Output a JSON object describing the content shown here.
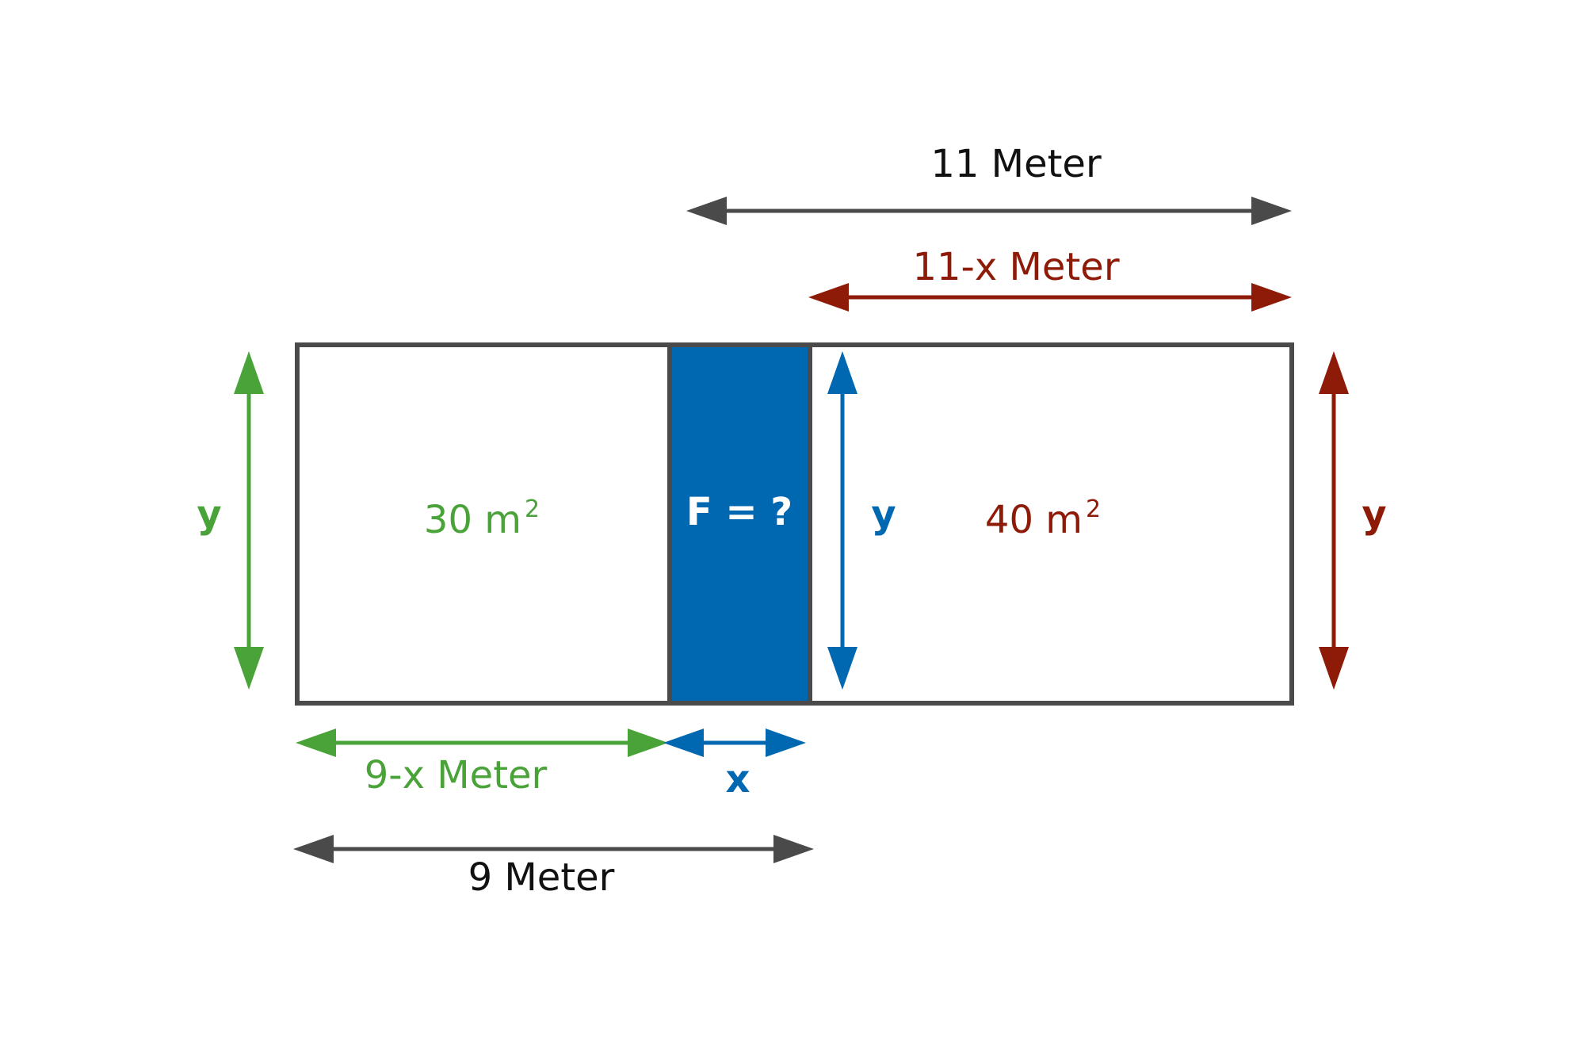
{
  "colors": {
    "dark": "#4a4a4a",
    "green": "#4aa338",
    "blue": "#0067b1",
    "red": "#8e1b07",
    "black": "#111111",
    "white": "#ffffff"
  },
  "labels": {
    "top_total": "11 Meter",
    "top_part": "11-x Meter",
    "left_area_value": "30 m",
    "left_area_exp": "2",
    "middle_area": "F = ?",
    "right_area_value": "40 m",
    "right_area_exp": "2",
    "left_height": "y",
    "middle_height": "y",
    "right_height": "y",
    "bottom_part": "9-x Meter",
    "bottom_x": "x",
    "bottom_total": "9 Meter"
  }
}
